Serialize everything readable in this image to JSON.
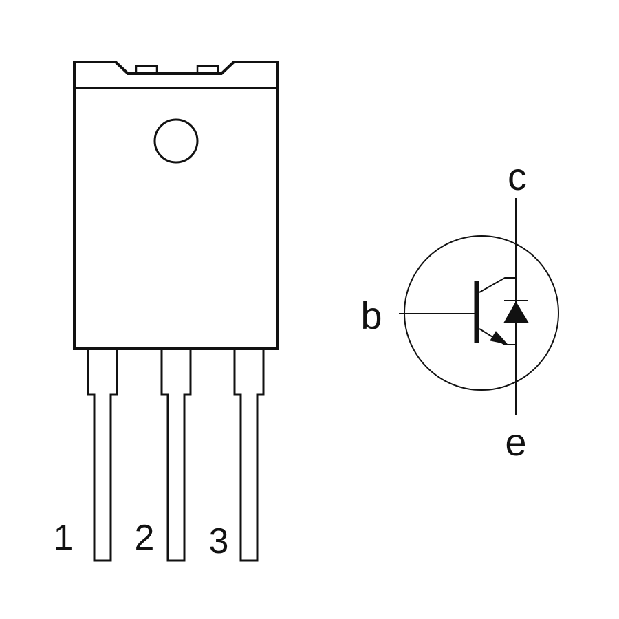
{
  "package": {
    "pins": [
      {
        "number": "1"
      },
      {
        "number": "2"
      },
      {
        "number": "3"
      }
    ]
  },
  "symbol": {
    "terminals": {
      "collector": "c",
      "base": "b",
      "emitter": "e"
    }
  },
  "colors": {
    "stroke": "#111111",
    "background": "#ffffff"
  }
}
